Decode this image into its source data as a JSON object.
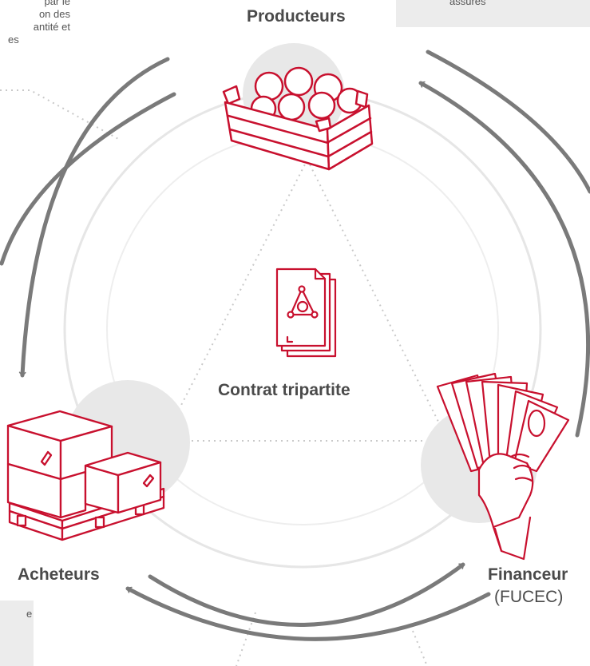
{
  "nodes": {
    "producers": {
      "label": "Producteurs"
    },
    "buyers": {
      "label": "Acheteurs"
    },
    "financer": {
      "label": "Financeur",
      "sublabel": "(FUCEC)"
    },
    "center": {
      "label": "Contrat tripartite"
    }
  },
  "notes": {
    "top_left": [
      "par le",
      "on des",
      "antité et",
      "es"
    ],
    "top_right": "assurés",
    "bottom_left": "e"
  },
  "colors": {
    "accent": "#c8102e",
    "arrow": "#7a7a7a",
    "circle": "#e6e6e6",
    "note_box": "#ececec"
  },
  "icons": {
    "producers": "fruit-crate-icon",
    "buyers": "pallet-boxes-icon",
    "financer": "hand-banknotes-icon",
    "center": "contract-document-icon"
  }
}
